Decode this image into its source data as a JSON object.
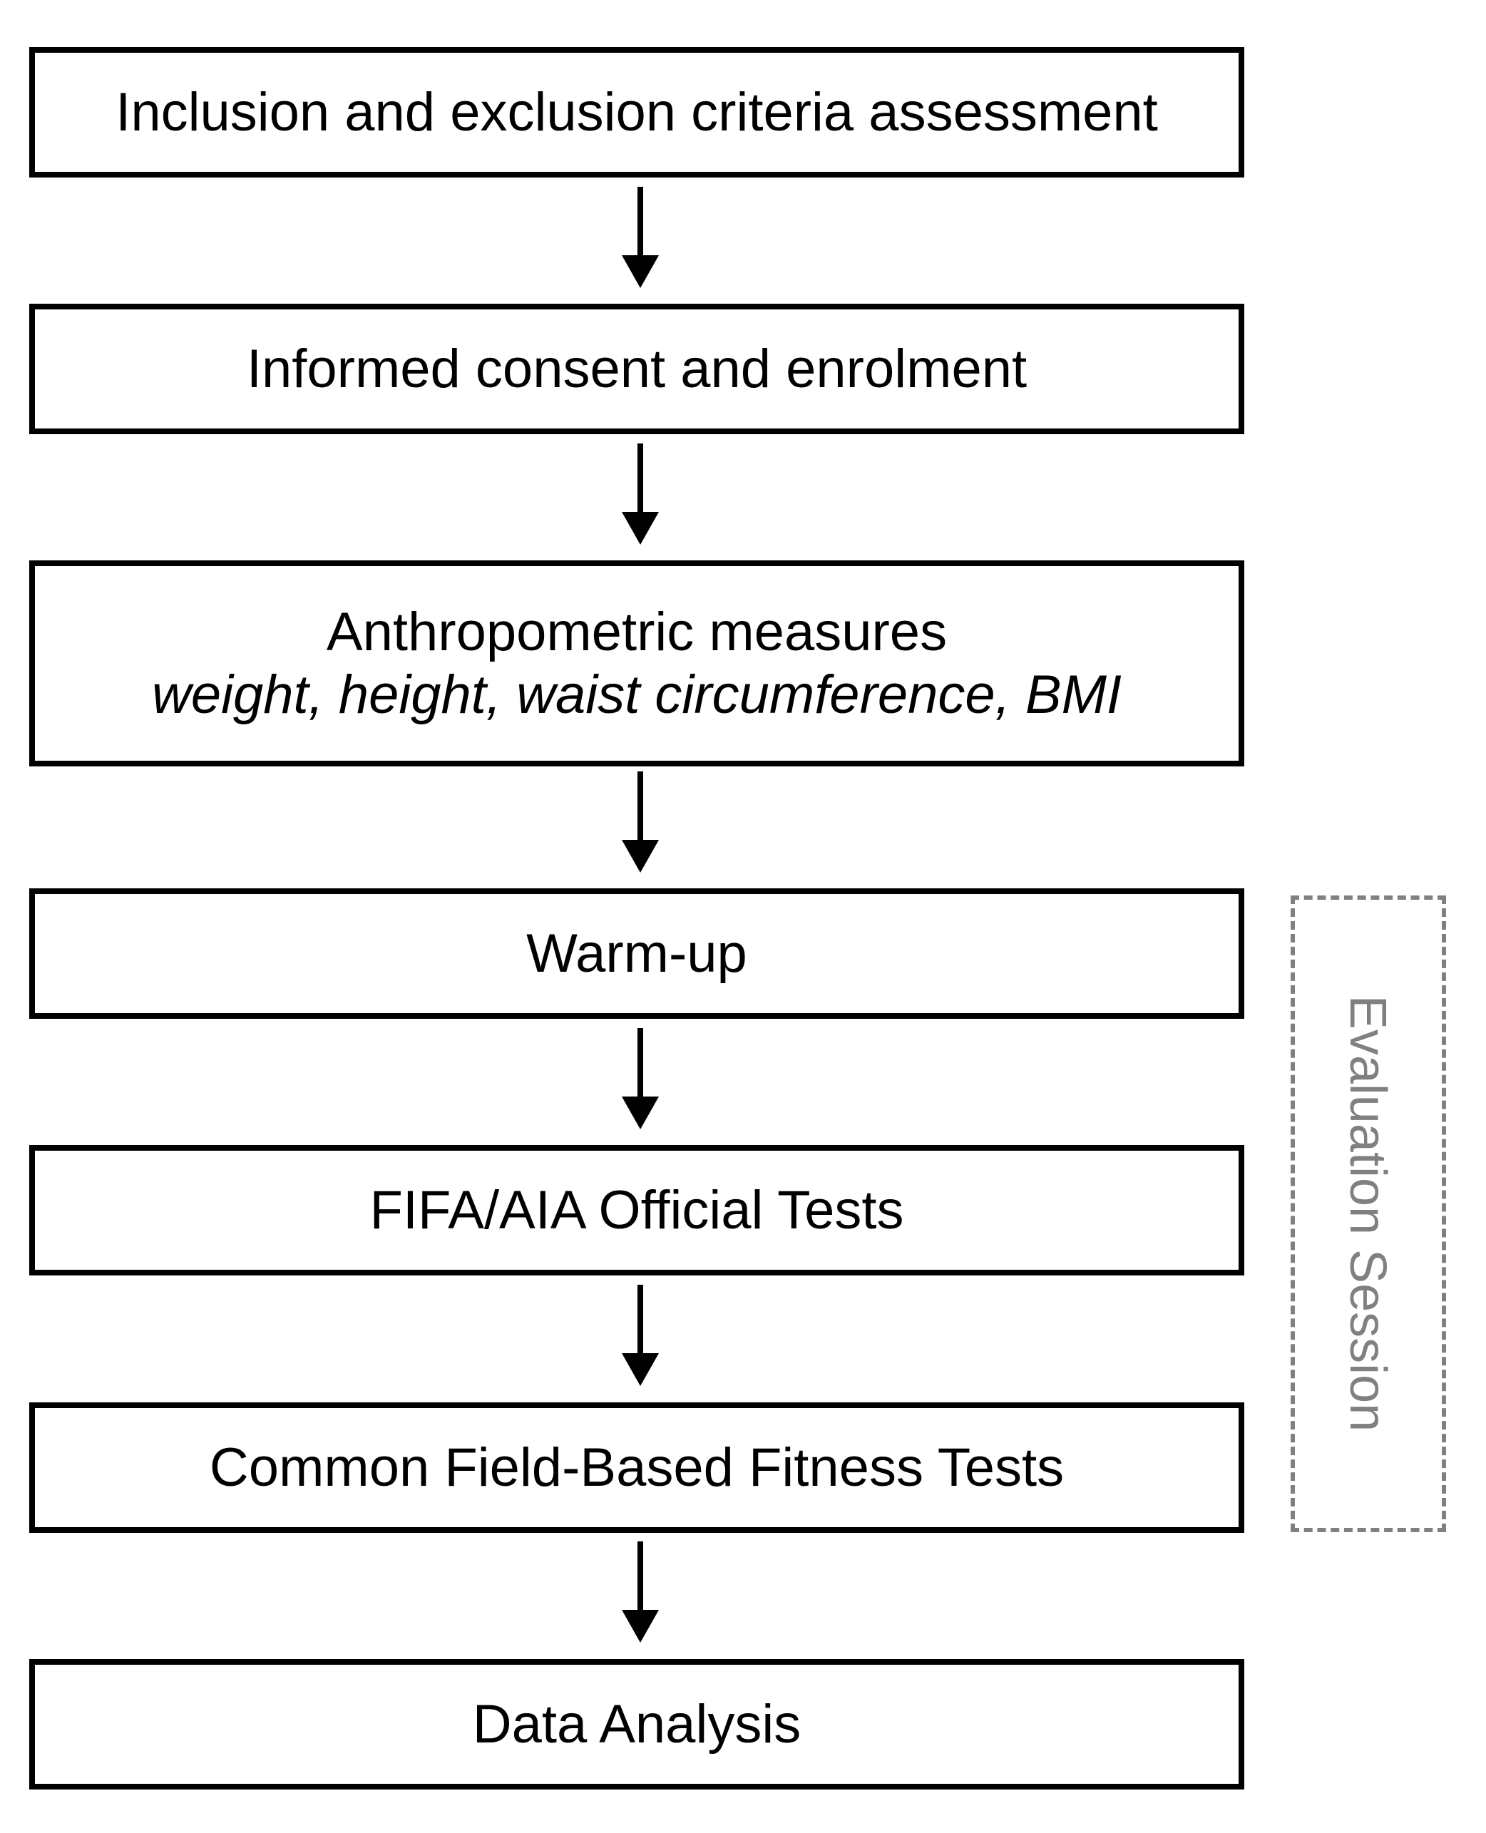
{
  "flowchart": {
    "steps": [
      {
        "label": "Inclusion and exclusion criteria assessment"
      },
      {
        "label": "Informed consent and enrolment"
      },
      {
        "label": "Anthropometric measures",
        "sublabel": "weight, height, waist circumference, BMI"
      },
      {
        "label": "Warm-up"
      },
      {
        "label": "FIFA/AIA Official Tests"
      },
      {
        "label": "Common Field-Based Fitness Tests"
      },
      {
        "label": "Data Analysis"
      }
    ],
    "group": {
      "label": "Evaluation Session"
    }
  },
  "colors": {
    "box_border": "#000000",
    "arrow": "#000000",
    "group_border": "#808080",
    "group_text": "#808080",
    "background": "#ffffff"
  }
}
